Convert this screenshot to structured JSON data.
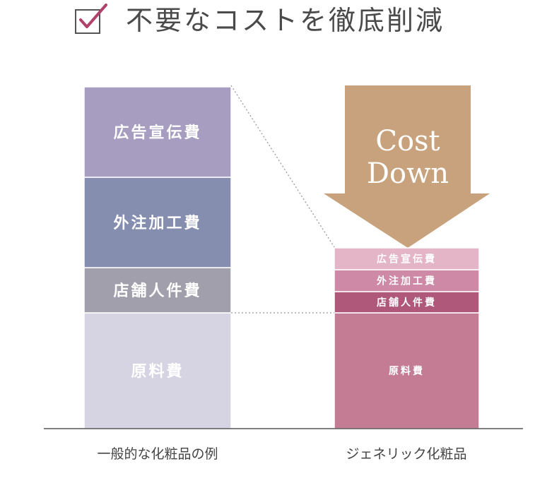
{
  "header": {
    "title": "不要なコストを徹底削減",
    "icon": "checkbox-check-icon",
    "icon_color": "#b0426a"
  },
  "arrow": {
    "line1": "Cost",
    "line2": "Down",
    "color": "#c7a27c"
  },
  "chart_data": {
    "type": "bar",
    "stacked": true,
    "categories": [
      "一般的な化粧品の例",
      "ジェネリック化粧品"
    ],
    "ylim": [
      0,
      490
    ],
    "series": [
      {
        "name": "原料費",
        "values": [
          164,
          164
        ],
        "colors": [
          "#d6d3e3",
          "#c47c95"
        ]
      },
      {
        "name": "店舗人件費",
        "values": [
          64,
          30
        ],
        "colors": [
          "#a19fab",
          "#b0587a"
        ]
      },
      {
        "name": "外注加工費",
        "values": [
          128,
          31
        ],
        "colors": [
          "#858eaf",
          "#cd89a6"
        ]
      },
      {
        "name": "広告宣伝費",
        "values": [
          128,
          31
        ],
        "colors": [
          "#a79dc0",
          "#e3b5c6"
        ]
      }
    ]
  }
}
